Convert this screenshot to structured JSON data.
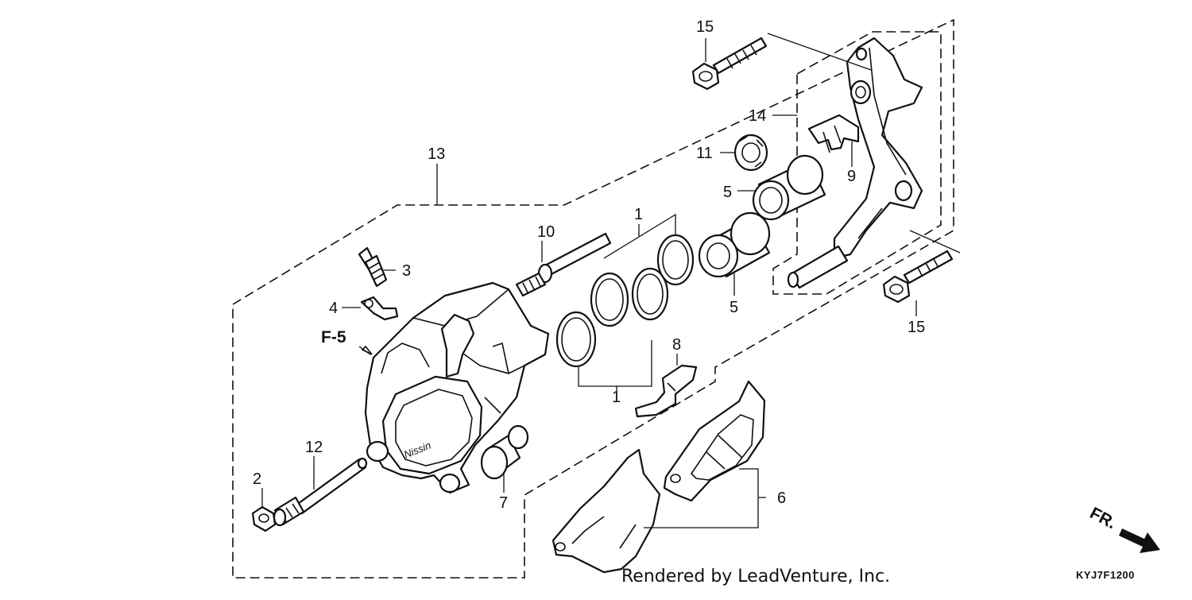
{
  "callouts": [
    {
      "id": "c1a",
      "text": "1"
    },
    {
      "id": "c1b",
      "text": "1"
    },
    {
      "id": "c2",
      "text": "2"
    },
    {
      "id": "c3",
      "text": "3"
    },
    {
      "id": "c4",
      "text": "4"
    },
    {
      "id": "c5a",
      "text": "5"
    },
    {
      "id": "c5b",
      "text": "5"
    },
    {
      "id": "c6",
      "text": "6"
    },
    {
      "id": "c7",
      "text": "7"
    },
    {
      "id": "c8",
      "text": "8"
    },
    {
      "id": "c9",
      "text": "9"
    },
    {
      "id": "c10",
      "text": "10"
    },
    {
      "id": "c11",
      "text": "11"
    },
    {
      "id": "c12",
      "text": "12"
    },
    {
      "id": "c13",
      "text": "13"
    },
    {
      "id": "c14",
      "text": "14"
    },
    {
      "id": "c15a",
      "text": "15"
    },
    {
      "id": "c15b",
      "text": "15"
    }
  ],
  "reference": "F-5",
  "body_script": "Nissin",
  "front_arrow": "FR.",
  "credit": "Rendered by LeadVenture, Inc.",
  "diagram_code": "KYJ7F1200"
}
